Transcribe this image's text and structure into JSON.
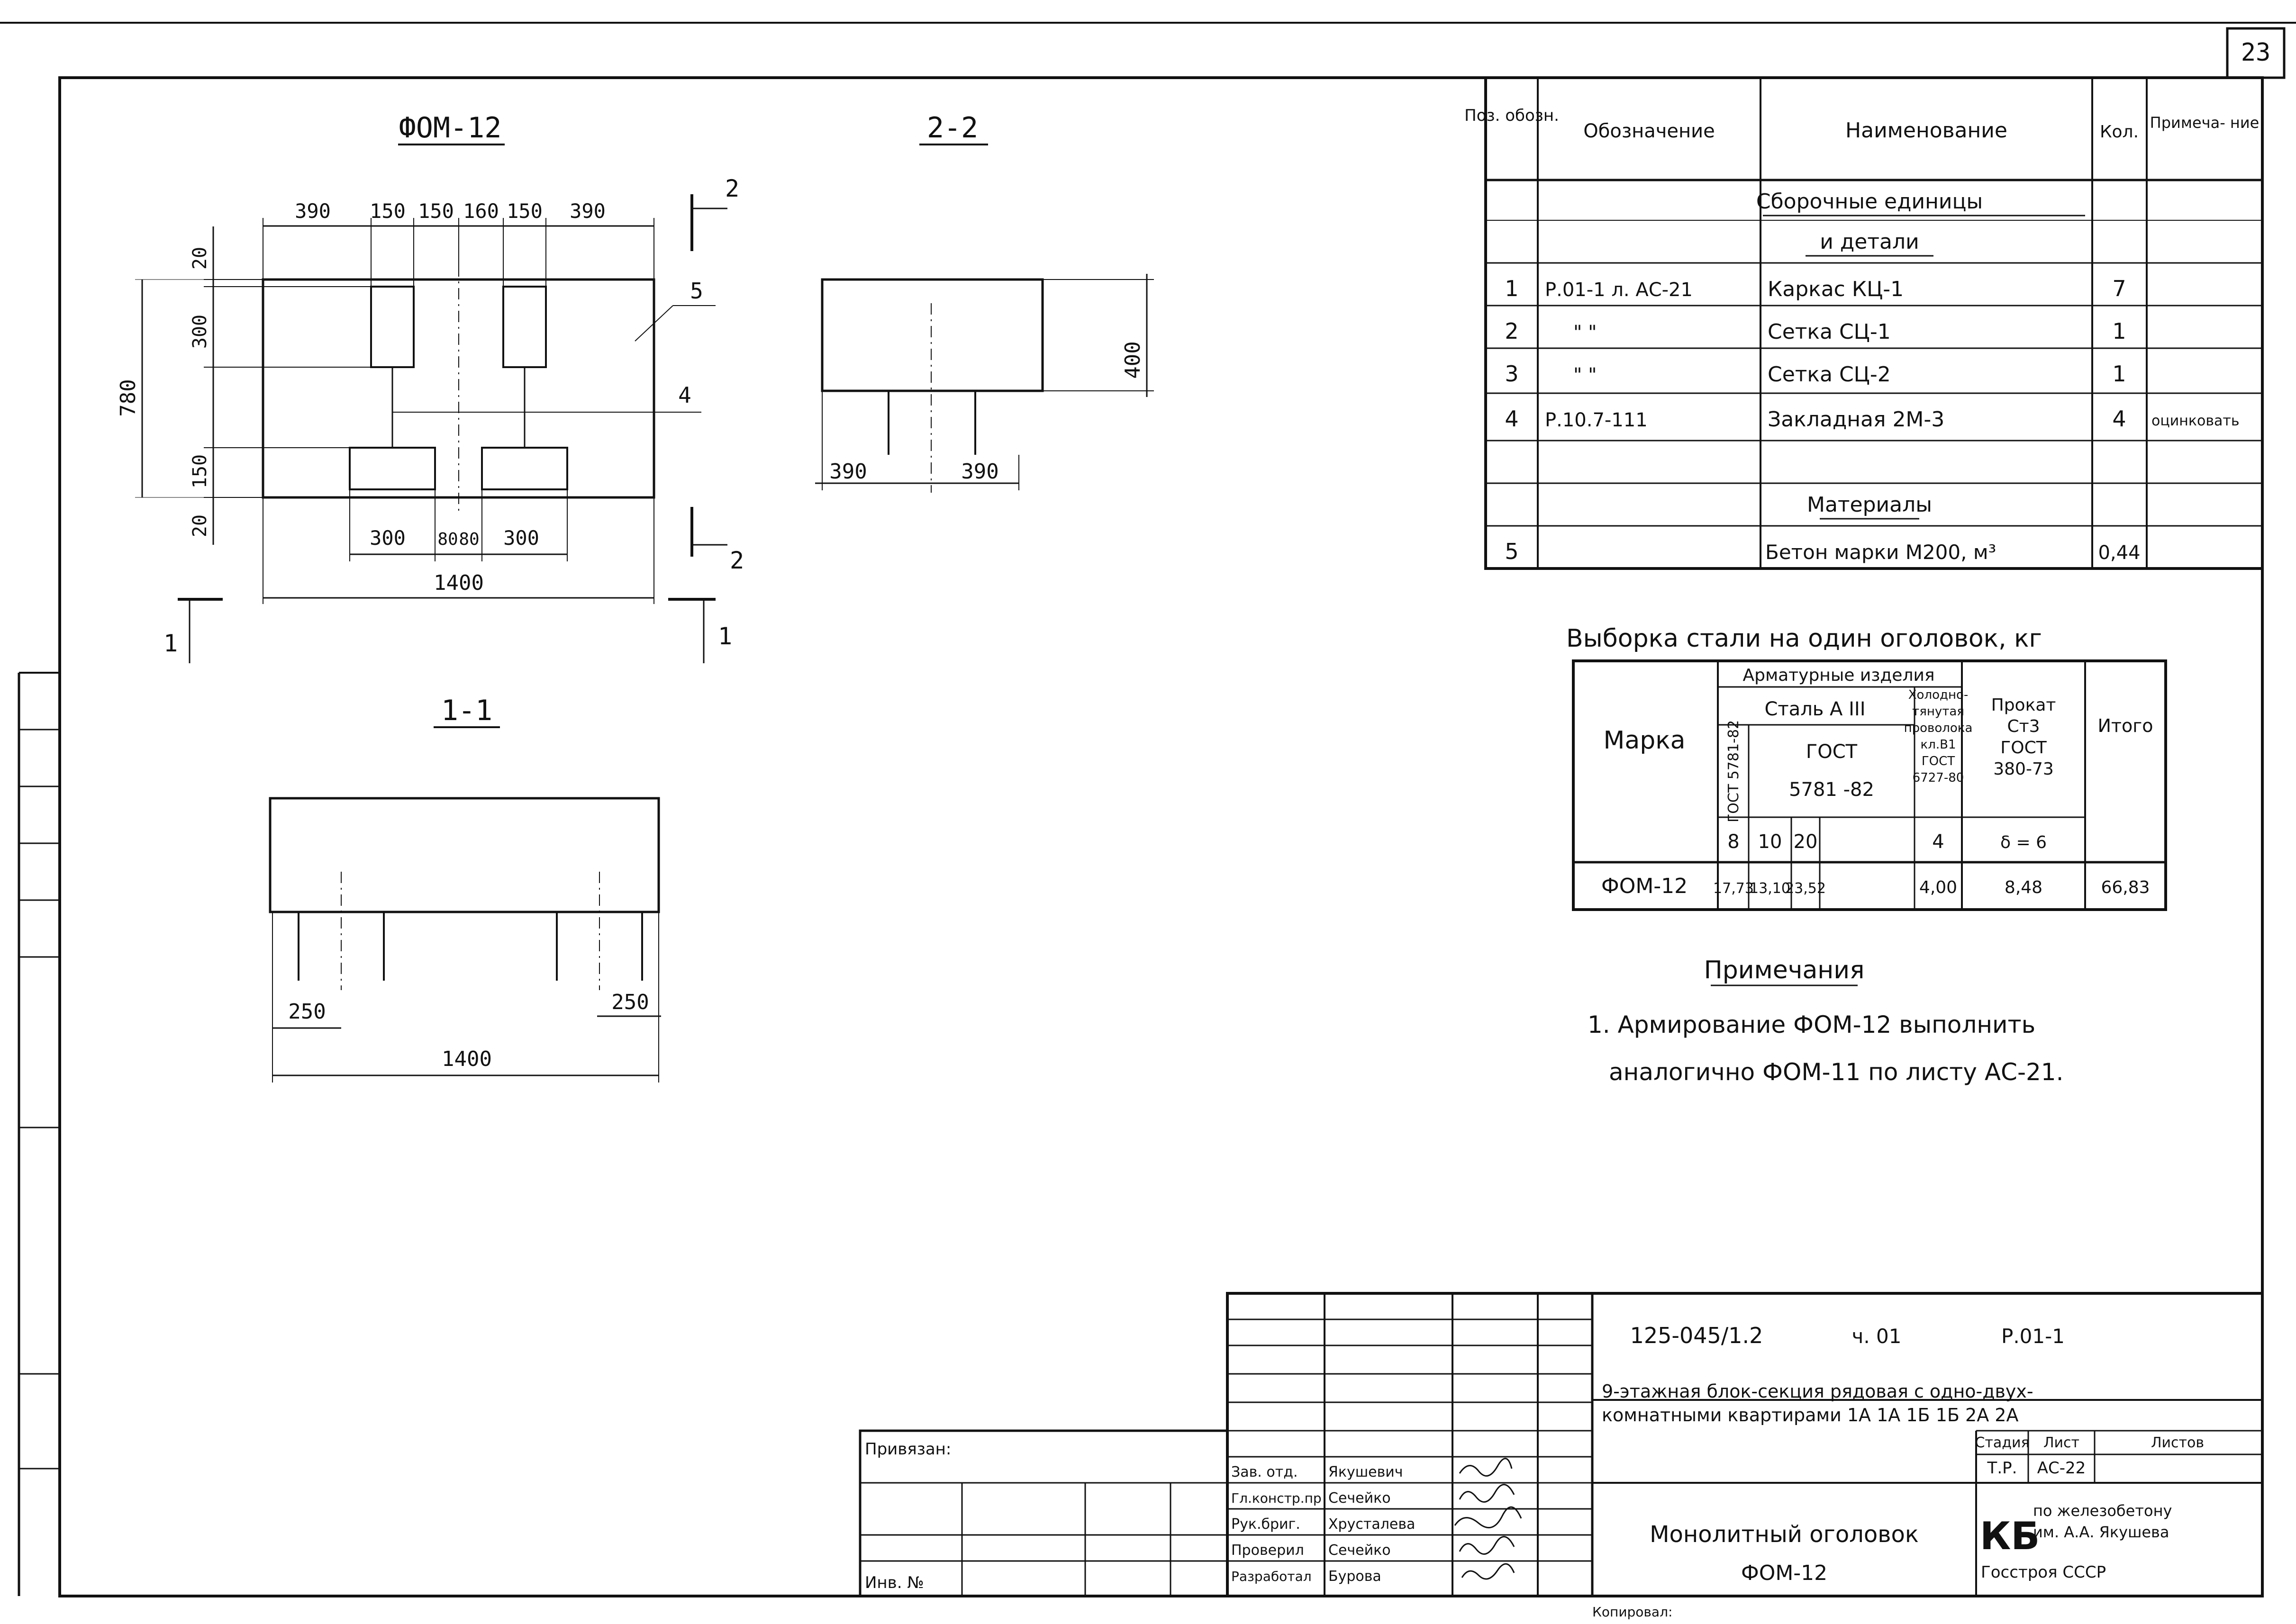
{
  "page_number": "23",
  "plan": {
    "title": "ФОМ-12",
    "top_dims": [
      "390",
      "150",
      "150",
      "160",
      "150",
      "390"
    ],
    "bottom_dims": [
      "300",
      "80",
      "80",
      "300"
    ],
    "total_width": "1400",
    "side_dims": [
      "20",
      "300",
      "150",
      "20"
    ],
    "height": "780",
    "callouts": [
      "5",
      "4"
    ],
    "section_marks": [
      "2",
      "2",
      "1",
      "1"
    ]
  },
  "section22": {
    "title": "2-2",
    "dims": [
      "390",
      "390"
    ],
    "height": "400"
  },
  "section11": {
    "title": "1-1",
    "dims": [
      "250",
      "250"
    ],
    "total": "1400"
  },
  "spec": {
    "headers": [
      "Поз. обозн.",
      "Обозначение",
      "Наименование",
      "Кол.",
      "Примеча- ние"
    ],
    "group1": "Сборочные единицы",
    "group1b": "и детали",
    "rows": [
      {
        "pos": "1",
        "des": "Р.01-1  л. АС-21",
        "name": "Каркас  КЦ-1",
        "qty": "7",
        "note": ""
      },
      {
        "pos": "2",
        "des": "\"       \"",
        "name": "Сетка  СЦ-1",
        "qty": "1",
        "note": ""
      },
      {
        "pos": "3",
        "des": "\"       \"",
        "name": "Сетка  СЦ-2",
        "qty": "1",
        "note": ""
      },
      {
        "pos": "4",
        "des": "Р.10.7-111",
        "name": "Закладная 2М-3",
        "qty": "4",
        "note": "оцинковать"
      }
    ],
    "group2": "Материалы",
    "row5": {
      "pos": "5",
      "des": "",
      "name": "Бетон марки М200, м³",
      "qty": "0,44",
      "note": ""
    }
  },
  "steel": {
    "title": "Выборка стали на один оголовок, кг",
    "col_mark": "Марка",
    "arm": "Арматурные изделия",
    "steel_a3": "Сталь А III",
    "gost1_vert": "ГОСТ 5781-82",
    "gost2": "ГОСТ",
    "gost2b": "5781 -82",
    "wire": [
      "Холодно-",
      "тянутая",
      "проволока",
      "кл.В1",
      "ГОСТ",
      "6727-80"
    ],
    "prokat": [
      "Прокат",
      "Ст3",
      "ГОСТ",
      "380-73"
    ],
    "total": "Итого",
    "sizes": [
      "8",
      "10",
      "20",
      "4",
      "δ = 6"
    ],
    "row": {
      "mark": "ФОМ-12",
      "v8": "17,73",
      "v10": "13,10",
      "v20": "23,52",
      "v4": "4,00",
      "vp": "8,48",
      "vt": "66,83"
    }
  },
  "notes": {
    "title": "Примечания",
    "line1": "1. Армирование   ФОМ-12  выполнить",
    "line2": "аналогично   ФОМ-11  по листу АС-21."
  },
  "title_block": {
    "code": "125-045/1.2",
    "part": "ч. 01",
    "sheet_code": "Р.01-1",
    "project1": "9-этажная блок-секция рядовая с одно-двух-",
    "project2": "комнатными квартирами  1А 1А 1Б 1Б 2А 2А",
    "stage_h": "Стадия",
    "sheet_h": "Лист",
    "sheets_h": "Листов",
    "stage": "Т.Р.",
    "sheet": "АС-22",
    "drawing1": "Монолитный оголовок",
    "drawing2": "ФОМ-12",
    "org_kb": "КБ",
    "org1": "по железобетону",
    "org2": "им. А.А. Якушева",
    "org3": "Госстроя  СССР",
    "privyazan": "Привязан:",
    "inv": "Инв. №",
    "copied": "Копировал:",
    "roles": [
      {
        "role": "Зав. отд.",
        "name": "Якушевич"
      },
      {
        "role": "Гл.констр.пр",
        "name": "Сечейко"
      },
      {
        "role": "Рук.бриг.",
        "name": "Хрусталева"
      },
      {
        "role": "Проверил",
        "name": "Сечейко"
      },
      {
        "role": "Разработал",
        "name": "Бурова"
      }
    ]
  }
}
